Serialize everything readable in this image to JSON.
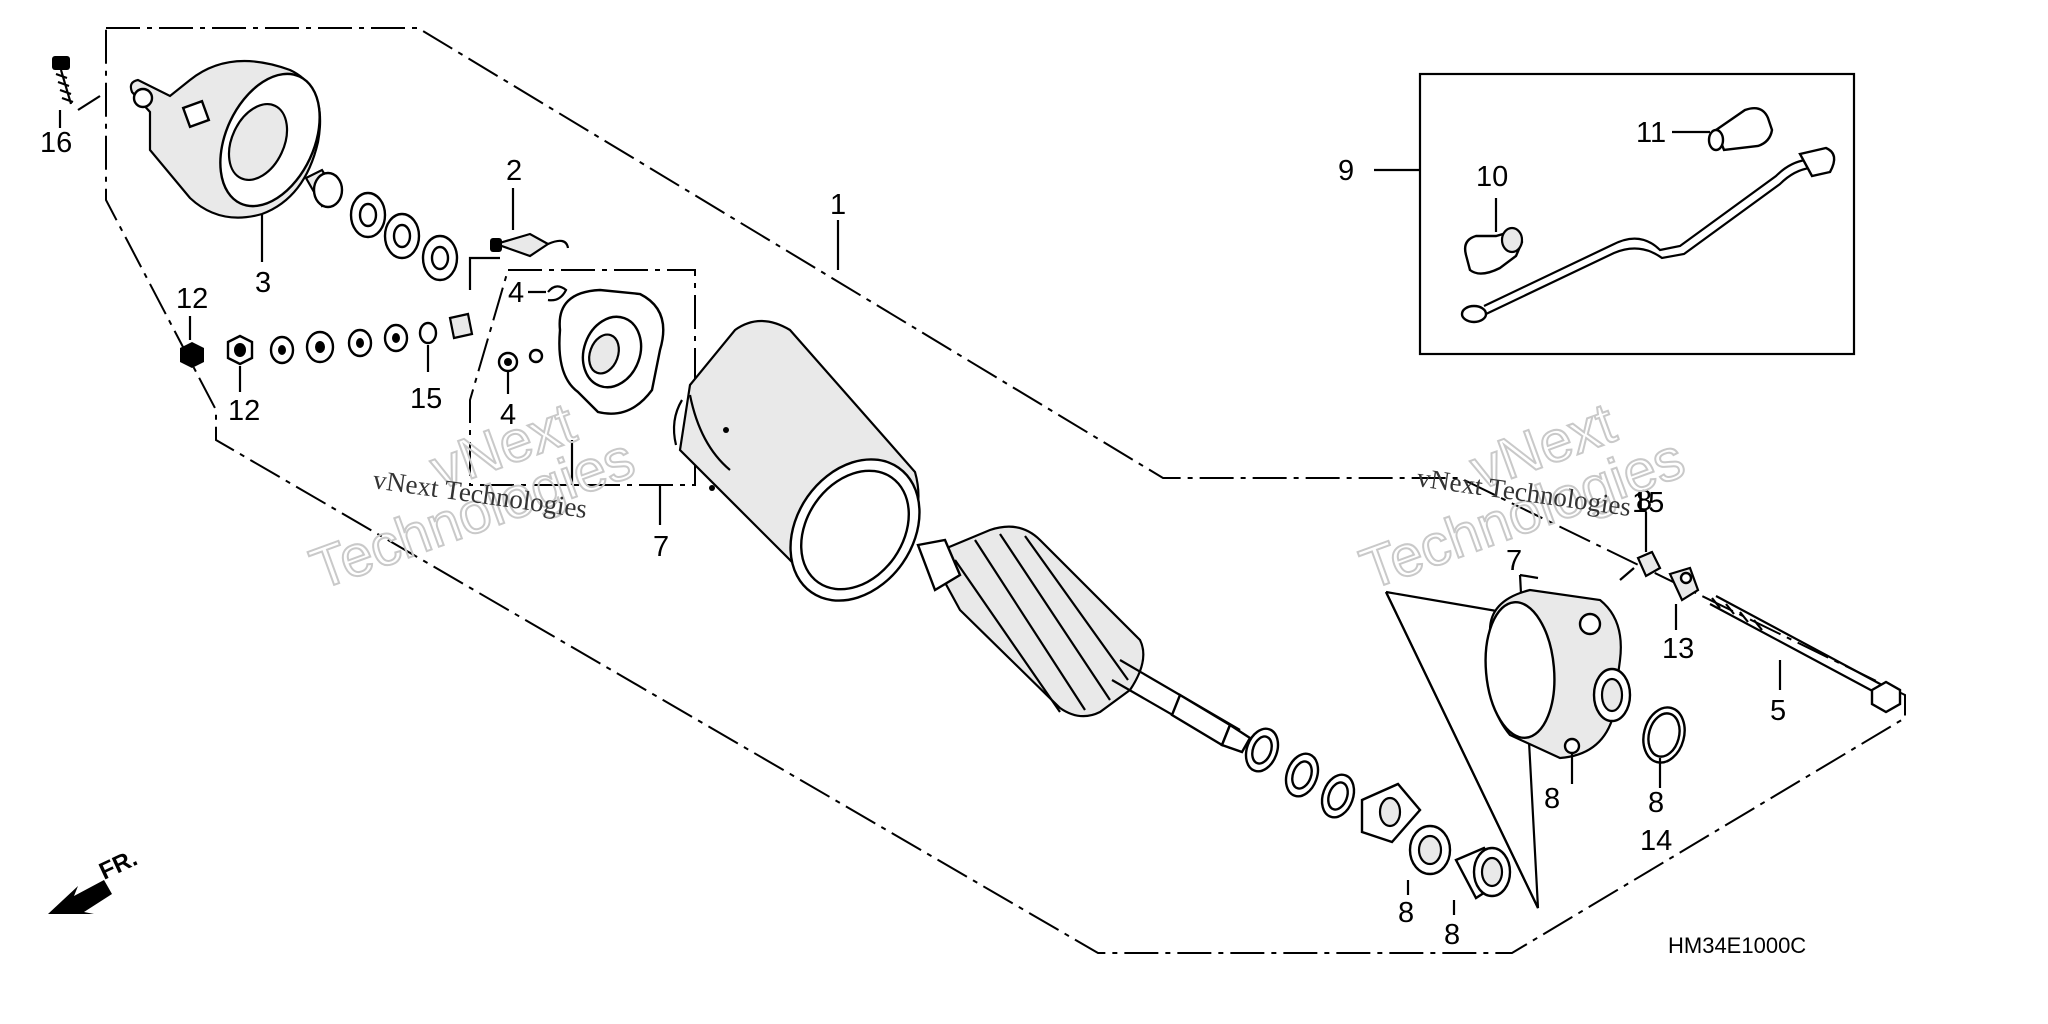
{
  "diagram": {
    "code": "HM34E1000C",
    "front_label": "FR.",
    "watermark": {
      "line1": "vNext Technologies",
      "outline_top": "vNext",
      "outline_bottom": "Technologies"
    },
    "callouts": {
      "c1": "1",
      "c2": "2",
      "c3": "3",
      "c4a": "4",
      "c4b": "4",
      "c5": "5",
      "c7a": "7",
      "c7b": "7",
      "c8a": "8",
      "c8b": "8",
      "c8c": "8",
      "c8d": "8",
      "c8e": "8",
      "c9": "9",
      "c10": "10",
      "c11": "11",
      "c12a": "12",
      "c12b": "12",
      "c13": "13",
      "c14": "14",
      "c15a": "15",
      "c15b": "15",
      "c16": "16"
    }
  }
}
